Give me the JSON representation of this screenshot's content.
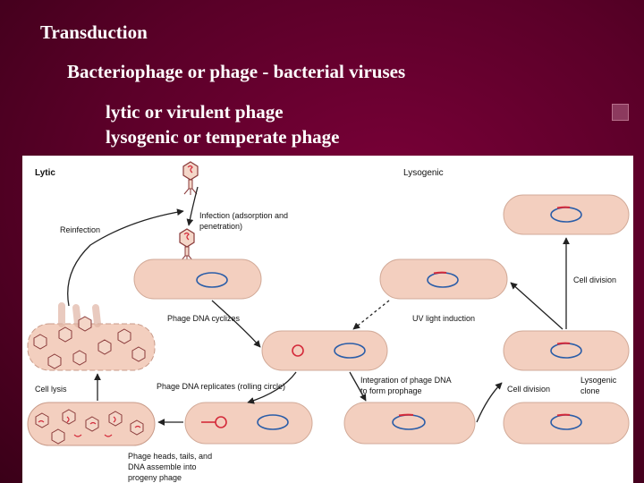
{
  "slide": {
    "title": "Transduction",
    "subtitle": "Bacteriophage or phage - bacterial viruses",
    "bullet_1": "lytic or virulent phage",
    "bullet_2": "lysogenic or temperate phage"
  },
  "diagram": {
    "lytic_label": "Lytic",
    "lysogenic_label": "Lysogenic",
    "reinfection": "Reinfection",
    "infection_line1": "Infection (adsorption and",
    "infection_line2": "penetration)",
    "cell_division_top": "Cell division",
    "phage_dna_cyclizes": "Phage DNA cyclizes",
    "uv_light_induction": "UV light induction",
    "cell_lysis": "Cell lysis",
    "phage_dna_replicates": "Phage DNA replicates (rolling circle)",
    "integration_line1": "Integration of phage DNA",
    "integration_line2": "to form prophage",
    "cell_division_bottom": "Cell division",
    "lysogenic_clone_line1": "Lysogenic",
    "lysogenic_clone_line2": "clone",
    "assemble_line1": "Phage heads, tails, and",
    "assemble_line2": "DNA assemble into",
    "assemble_line3": "progeny phage"
  },
  "colors": {
    "background": "#5a0028",
    "cell_fill": "#f3cfbf",
    "bacterial_dna": "#2a5da8",
    "phage_dna": "#d42a3a"
  }
}
